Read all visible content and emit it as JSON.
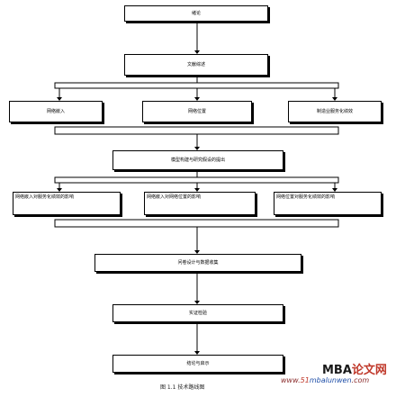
{
  "diagram": {
    "nodes": {
      "intro": "绪论",
      "lit_review": "文献综述",
      "branch_1": "网络嵌入",
      "branch_2": "网络位置",
      "branch_3": "制造业服务化绩效",
      "framework": "模型构建与研究假设的提出",
      "hyp_1": "网络嵌入对服务化绩效的影响",
      "hyp_2": "网络嵌入对网络位置的影响",
      "hyp_3": "网络位置对服务化绩效的影响",
      "questionnaire": "问卷设计与数据收集",
      "empirical": "实证检验",
      "conclusion": "结论与启示"
    },
    "caption": "图 1.1 技术路线图"
  },
  "watermark": {
    "brand_prefix": "MBA",
    "brand_suffix": "论文网",
    "url_prefix": "www.",
    "url_number": "51",
    "url_domain": "mbalunwen",
    "url_tld": ".com"
  }
}
